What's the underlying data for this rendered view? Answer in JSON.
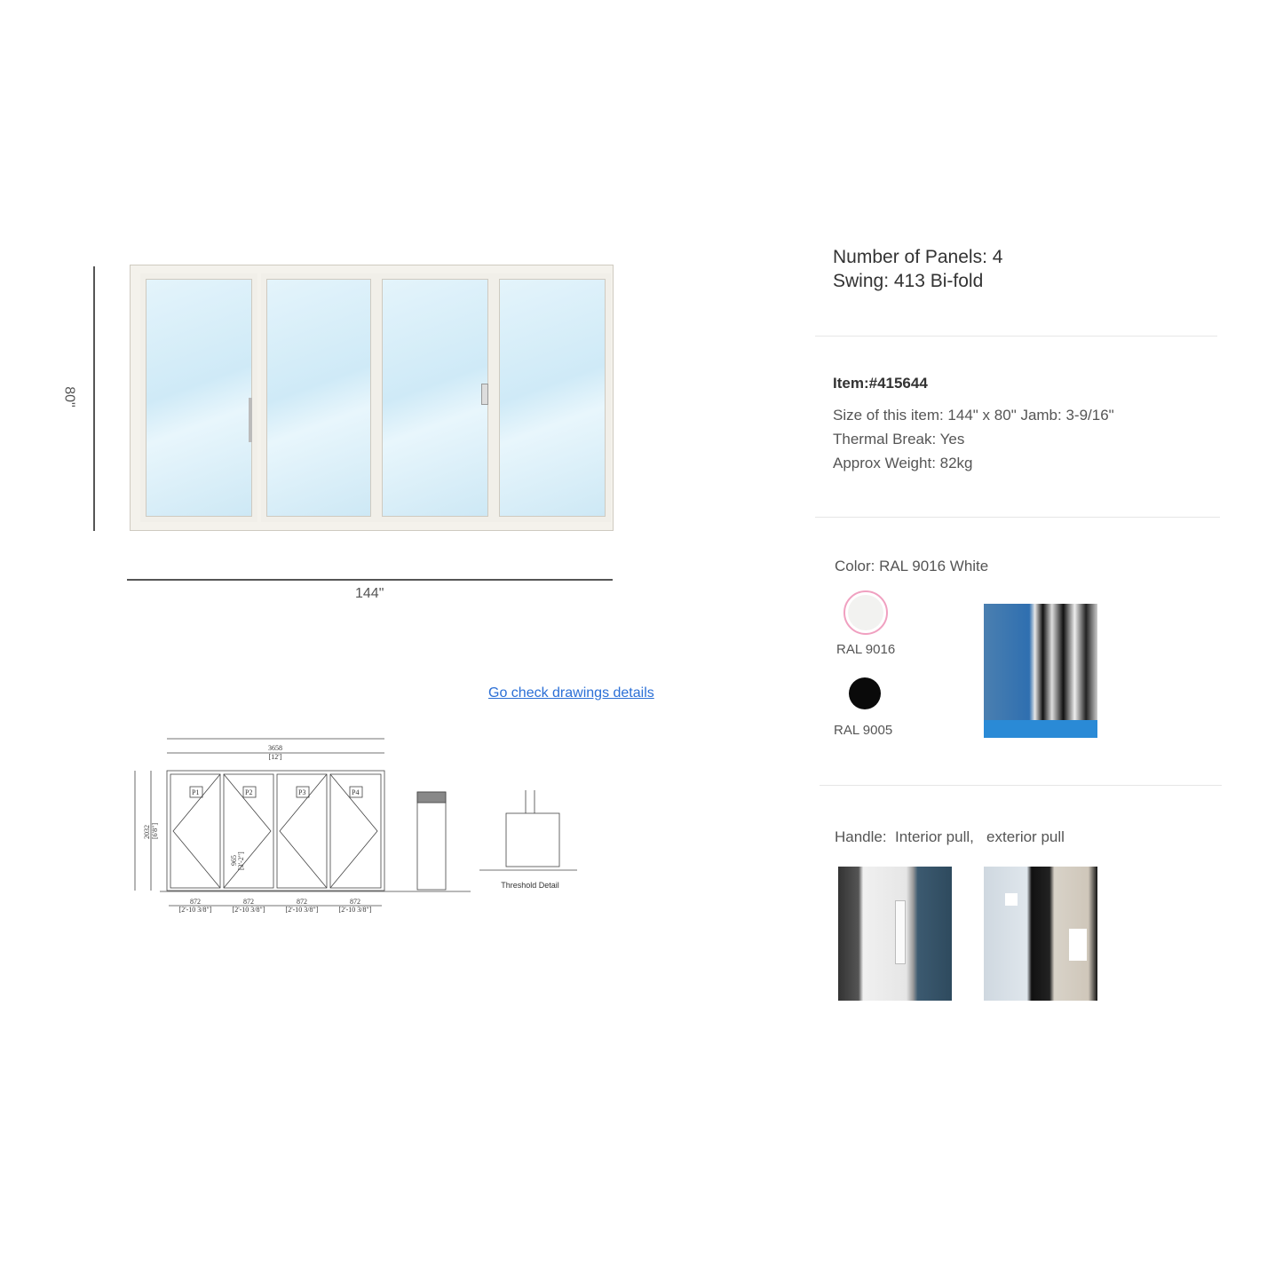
{
  "door_preview": {
    "height_label": "80\"",
    "width_label": "144\"",
    "panel_count": 4
  },
  "drawing": {
    "link_label": "Go check drawings details",
    "panels": [
      "P1",
      "P2",
      "P3",
      "P4"
    ],
    "overall_width": "3658",
    "overall_width_imperial": "[12']",
    "height": "2032",
    "height_imperial": "[6'8\"]",
    "panel_width": "872",
    "panel_width_imperial": "[2'-10 3/8\"]",
    "handle_height": "965",
    "handle_height_imperial": "[3'-2\"]",
    "threshold_label": "Threshold Detail"
  },
  "specs": {
    "panels_line": "Number of Panels: 4",
    "swing_line": "Swing: 413 Bi-fold",
    "item_number": "Item:#415644",
    "size_line": "Size of this item: 144\" x 80\"  Jamb: 3-9/16\"",
    "thermal_line": "Thermal Break:  Yes",
    "weight_line": "Approx Weight: 82kg"
  },
  "color": {
    "title": "Color: RAL 9016 White",
    "options": [
      {
        "label": "RAL 9016",
        "hex": "#f4f4f2",
        "selected": true
      },
      {
        "label": "RAL 9005",
        "hex": "#0a0a0a",
        "selected": false
      }
    ],
    "selected_ring": "#f0a0c0"
  },
  "handle": {
    "title": "Handle:  Interior pull,   exterior pull"
  }
}
